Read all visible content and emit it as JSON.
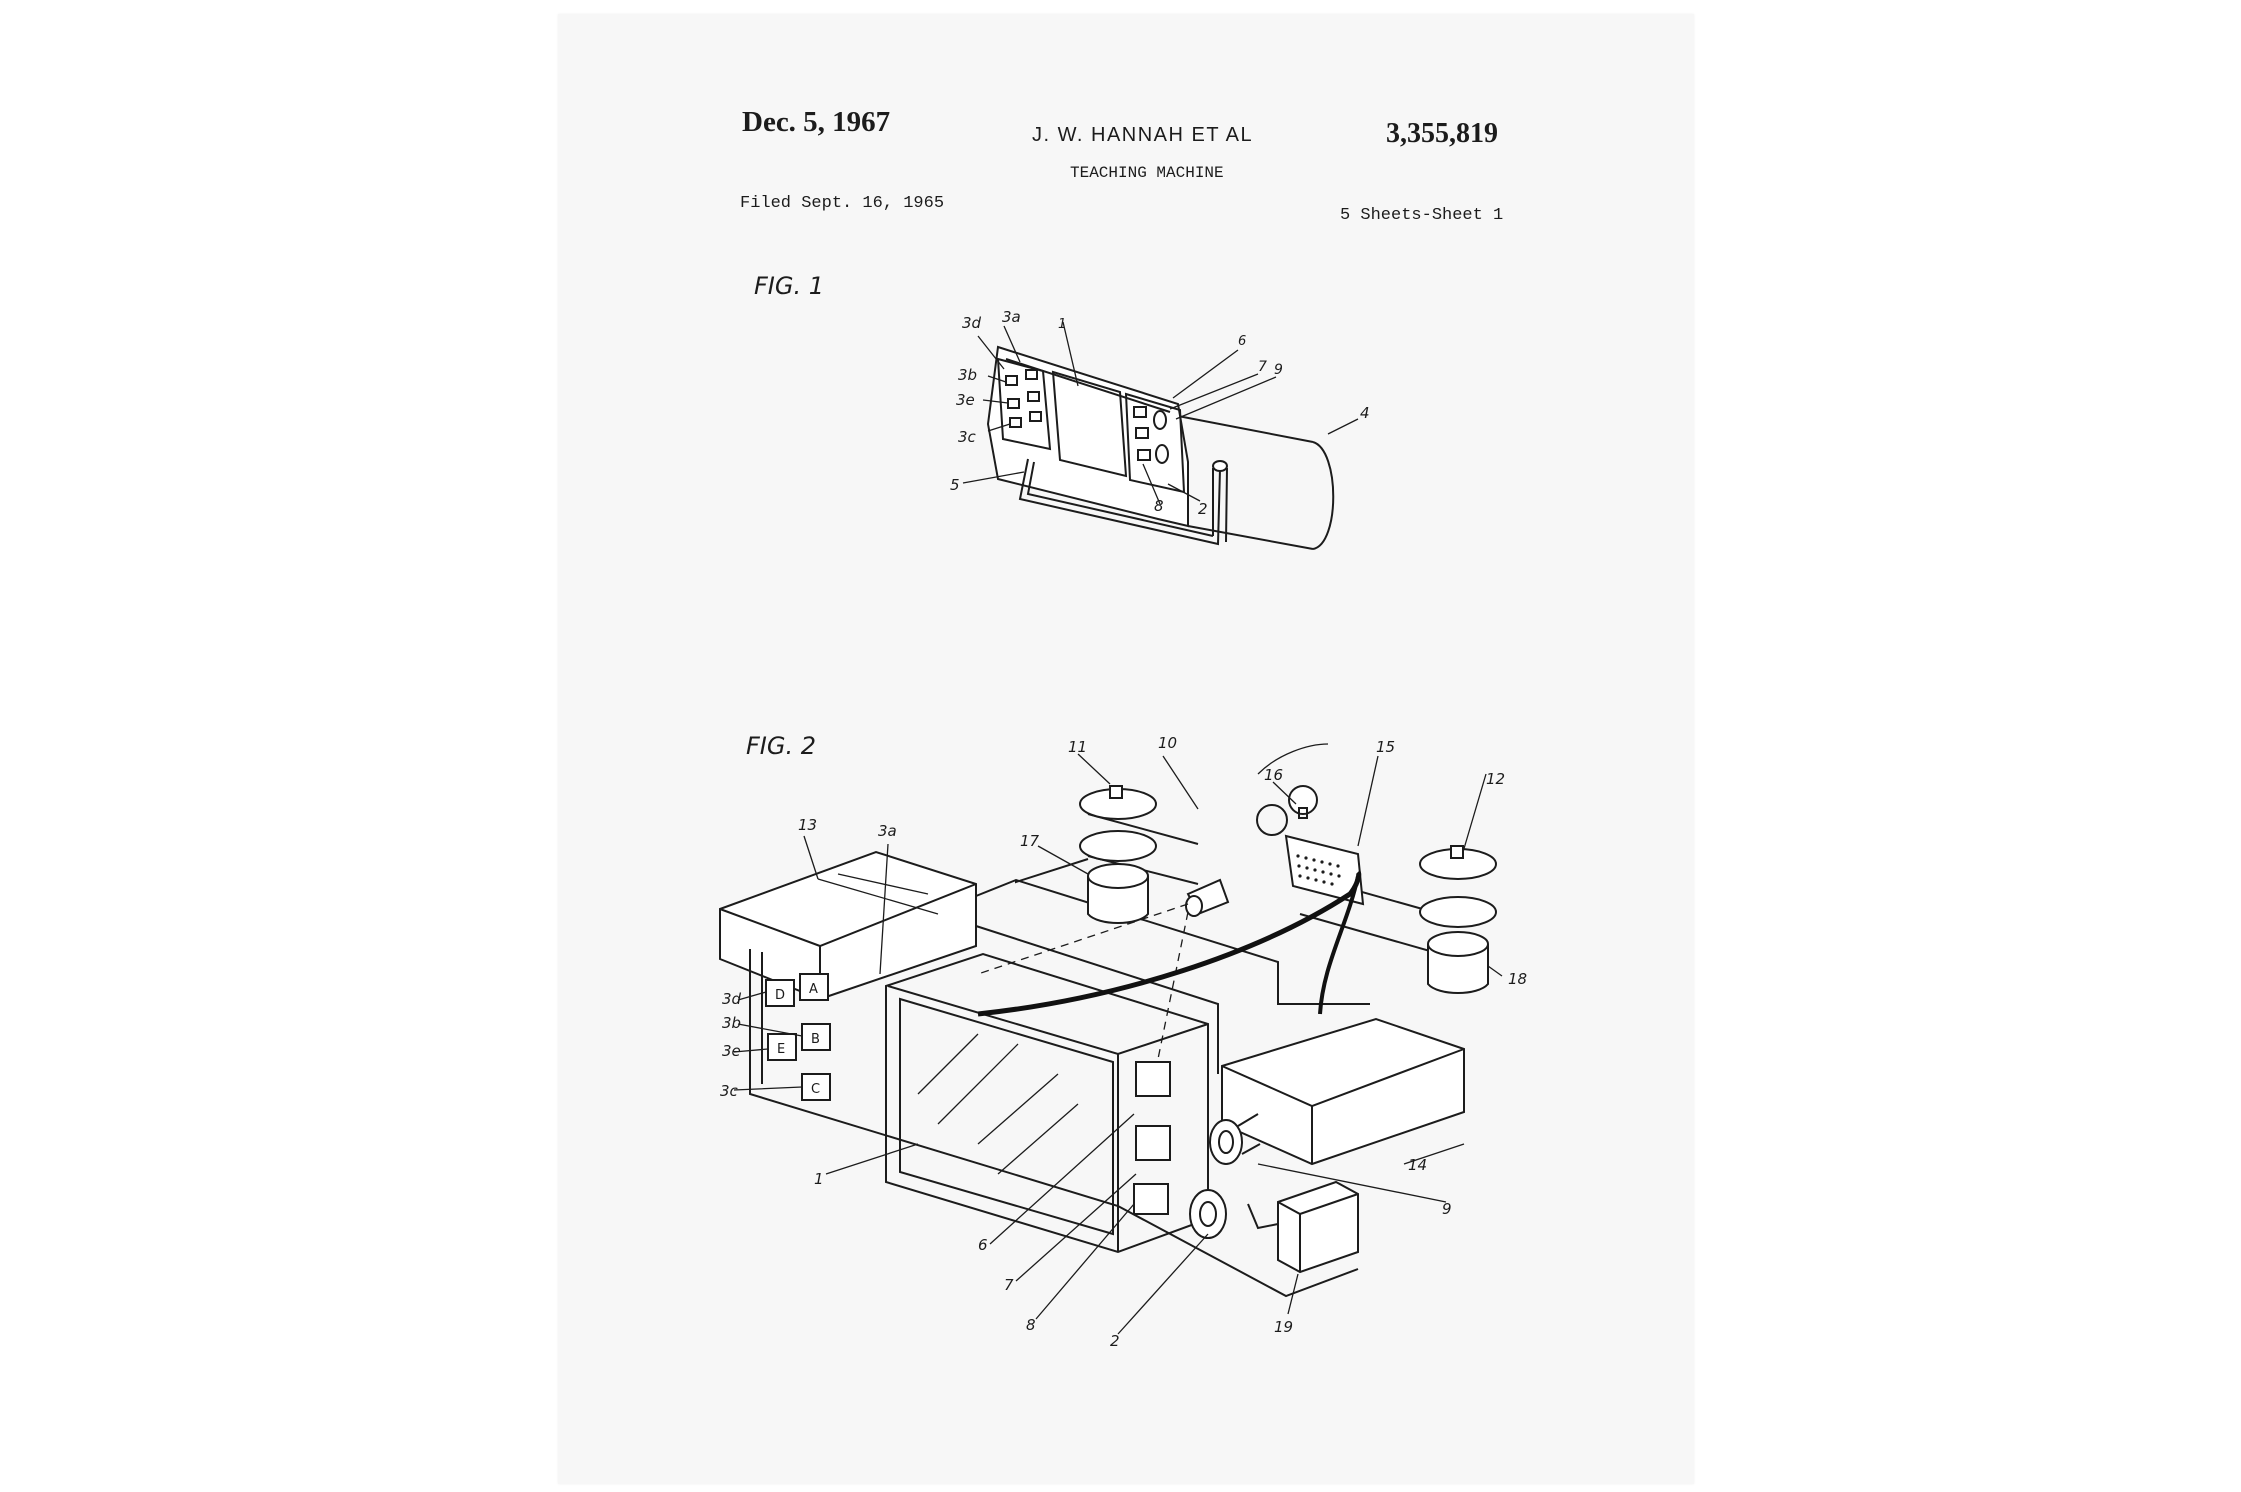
{
  "header": {
    "date": "Dec. 5, 1967",
    "inventor": "J. W. HANNAH ET AL",
    "patent_number": "3,355,819",
    "title": "TEACHING MACHINE",
    "filed": "Filed Sept. 16, 1965",
    "sheets": "5 Sheets-Sheet 1"
  },
  "figures": {
    "fig1_label": "FIG. 1",
    "fig2_label": "FIG. 2"
  },
  "fig1_refs": {
    "r1": "1",
    "r2": "2",
    "r3a": "3a",
    "r3b": "3b",
    "r3c": "3c",
    "r3d": "3d",
    "r3e": "3e",
    "r4": "4",
    "r5": "5",
    "r6": "6",
    "r7": "7",
    "r8": "8",
    "r9": "9"
  },
  "fig2_refs": {
    "r1": "1",
    "r2": "2",
    "r3a": "3a",
    "r3b": "3b",
    "r3c": "3c",
    "r3d": "3d",
    "r3e": "3e",
    "r6": "6",
    "r7": "7",
    "r8": "8",
    "r9": "9",
    "r10": "10",
    "r11": "11",
    "r12": "12",
    "r13": "13",
    "r14": "14",
    "r15": "15",
    "r16": "16",
    "r17": "17",
    "r18": "18",
    "r19": "19"
  },
  "keys": {
    "a": "A",
    "b": "B",
    "c": "C",
    "d": "D",
    "e": "E"
  }
}
